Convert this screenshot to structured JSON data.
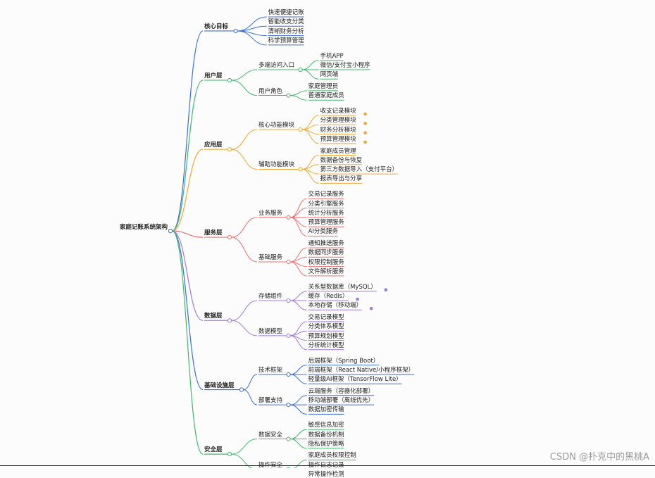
{
  "watermark": "CSDN @扑克中的黑桃A",
  "mindmap": {
    "root": "家庭记账系统架构",
    "branches": [
      {
        "label": "核心目标",
        "color": "#3b6fd8",
        "children": [
          {
            "label": "快速便捷记账"
          },
          {
            "label": "智能收支分类"
          },
          {
            "label": "清晰财务分析"
          },
          {
            "label": "科学预算管理"
          }
        ]
      },
      {
        "label": "用户层",
        "color": "#41b86c",
        "children": [
          {
            "label": "多端访问入口",
            "children": [
              {
                "label": "手机APP"
              },
              {
                "label": "微信/支付宝小程序"
              },
              {
                "label": "网页端"
              }
            ]
          },
          {
            "label": "用户角色",
            "children": [
              {
                "label": "家庭管理员"
              },
              {
                "label": "普通家庭成员"
              }
            ]
          }
        ]
      },
      {
        "label": "应用层",
        "color": "#f0a830",
        "children": [
          {
            "label": "核心功能模块",
            "children": [
              {
                "label": "收支记录模块",
                "dot": true
              },
              {
                "label": "分类管理模块",
                "dot": true
              },
              {
                "label": "财务分析模块",
                "dot": true
              },
              {
                "label": "预算管理模块",
                "dot": true
              }
            ]
          },
          {
            "label": "辅助功能模块",
            "children": [
              {
                "label": "家庭成员管理"
              },
              {
                "label": "数据备份与恢复"
              },
              {
                "label": "第三方数据导入（支付平台）"
              },
              {
                "label": "报表导出与分享"
              }
            ]
          }
        ]
      },
      {
        "label": "服务层",
        "color": "#ef7070",
        "children": [
          {
            "label": "业务服务",
            "children": [
              {
                "label": "交易记录服务"
              },
              {
                "label": "分类引擎服务"
              },
              {
                "label": "统计分析服务"
              },
              {
                "label": "预算管理服务"
              },
              {
                "label": "AI分类服务"
              }
            ]
          },
          {
            "label": "基础服务",
            "children": [
              {
                "label": "通知推送服务"
              },
              {
                "label": "数据同步服务"
              },
              {
                "label": "权限控制服务"
              },
              {
                "label": "文件解析服务"
              }
            ]
          }
        ]
      },
      {
        "label": "数据层",
        "color": "#a07ad8",
        "children": [
          {
            "label": "存储组件",
            "children": [
              {
                "label": "关系型数据库（MySQL）",
                "dot": true
              },
              {
                "label": "缓存（Redis）",
                "dot": true
              },
              {
                "label": "本地存储（移动端）",
                "dot": true
              }
            ]
          },
          {
            "label": "数据模型",
            "children": [
              {
                "label": "交易记录模型"
              },
              {
                "label": "分类体系模型"
              },
              {
                "label": "预算规划模型"
              },
              {
                "label": "分析统计模型"
              }
            ]
          }
        ]
      },
      {
        "label": "基础设施层",
        "color": "#3b6fd8",
        "children": [
          {
            "label": "技术框架",
            "children": [
              {
                "label": "后端框架（Spring Boot）"
              },
              {
                "label": "前端框架（React Native/小程序框架）"
              },
              {
                "label": "轻量级AI框架（TensorFlow Lite）"
              }
            ]
          },
          {
            "label": "部署支持",
            "children": [
              {
                "label": "云端服务（容器化部署）"
              },
              {
                "label": "移动端部署（离线优先）"
              },
              {
                "label": "数据加密传输"
              }
            ]
          }
        ]
      },
      {
        "label": "安全层",
        "color": "#41b86c",
        "children": [
          {
            "label": "数据安全",
            "children": [
              {
                "label": "敏感信息加密"
              },
              {
                "label": "数据备份机制"
              },
              {
                "label": "隐私保护策略"
              }
            ]
          },
          {
            "label": "操作安全",
            "children": [
              {
                "label": "家庭成员权限控制"
              },
              {
                "label": "操作日志记录"
              },
              {
                "label": "异常操作检测"
              }
            ]
          }
        ]
      }
    ]
  }
}
